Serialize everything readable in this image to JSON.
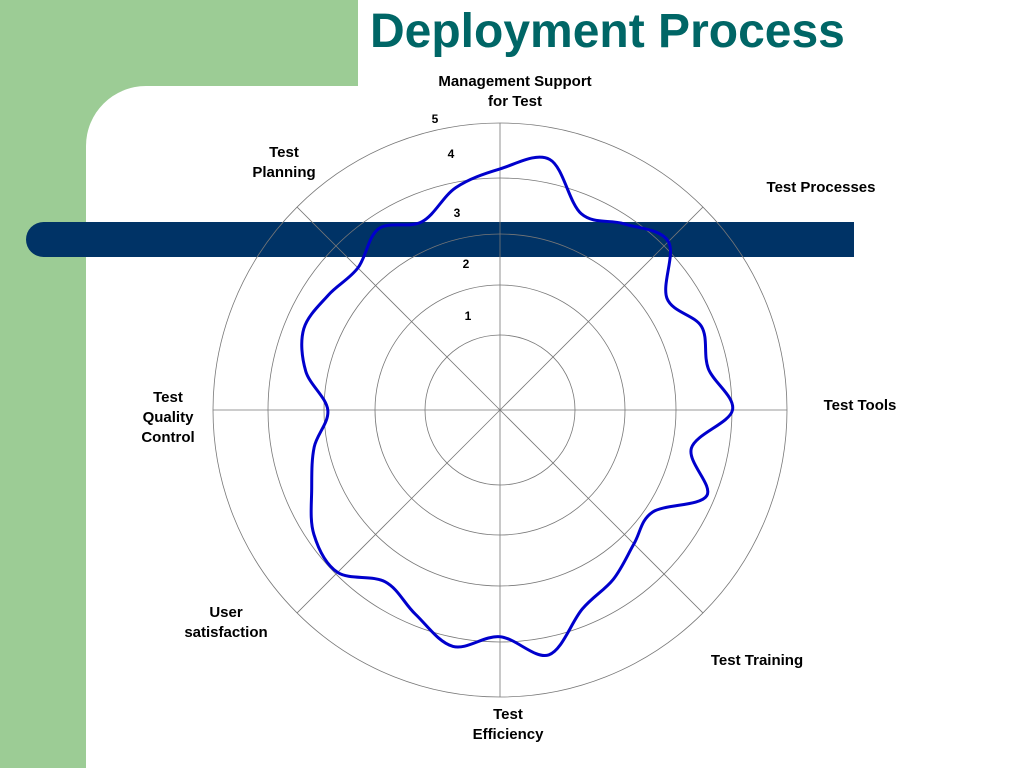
{
  "slide": {
    "title": "Deployment Process"
  },
  "colors": {
    "band": "#9ccc95",
    "bar": "#003366",
    "title": "#006666",
    "series": "#0000cc",
    "grid": "#777777"
  },
  "chart_data": {
    "type": "radar",
    "title": "",
    "rmax": 5,
    "rings": [
      1,
      2,
      3,
      4,
      5
    ],
    "ring_labels": [
      "1",
      "2",
      "3",
      "4",
      "5"
    ],
    "axes": [
      "Management Support\nfor Test",
      "Test Processes",
      "Test Tools",
      "Test Training",
      "Test\nEfficiency",
      "User\nsatisfaction",
      "Test\nQuality\nControl",
      "Test\nPlanning"
    ],
    "series": [
      {
        "values": [
          4.2,
          4.45,
          3.7,
          3.9,
          4.15,
          3.5,
          3.8,
          3.7,
          4.05,
          3.4,
          3.9,
          3.2,
          3.3,
          3.55,
          3.75,
          4.35,
          3.95,
          4.2,
          3.85,
          3.6,
          4.0,
          3.9,
          3.55,
          3.3,
          3.0,
          3.45,
          3.7,
          3.6,
          3.5,
          3.8,
          3.55,
          3.95
        ]
      }
    ]
  }
}
